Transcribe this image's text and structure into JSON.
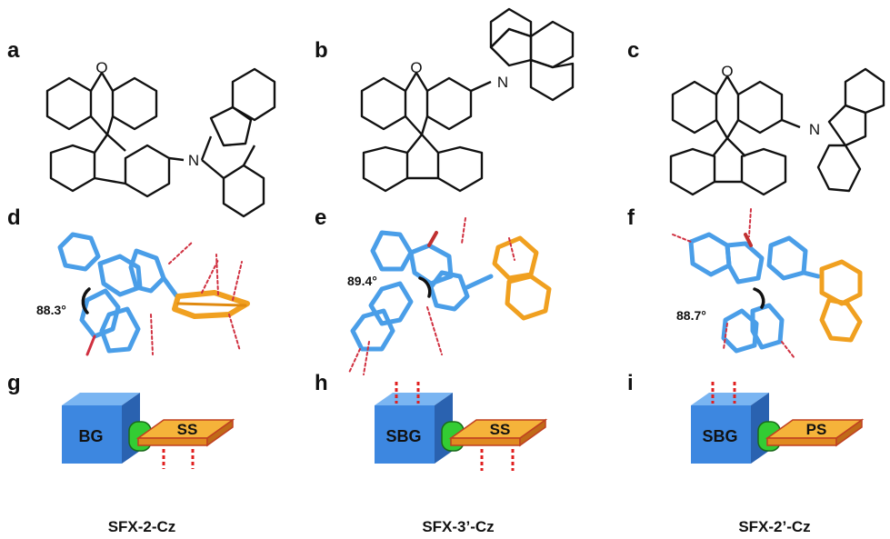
{
  "panels": [
    {
      "label": "a"
    },
    {
      "label": "b"
    },
    {
      "label": "c"
    },
    {
      "label": "d"
    },
    {
      "label": "e"
    },
    {
      "label": "f"
    },
    {
      "label": "g"
    },
    {
      "label": "h"
    },
    {
      "label": "i"
    }
  ],
  "atoms": {
    "oxygen": "O",
    "nitrogen": "N"
  },
  "angles": [
    "88.3°",
    "89.4°",
    "88.7°"
  ],
  "blocks": [
    {
      "cube": "BG",
      "plate": "SS"
    },
    {
      "cube": "SBG",
      "plate": "SS"
    },
    {
      "cube": "SBG",
      "plate": "PS"
    }
  ],
  "compounds": [
    "SFX-2-Cz",
    "SFX-3’-Cz",
    "SFX-2’-Cz"
  ],
  "colors": {
    "bond": "#111111",
    "ligand_blue": "#4a9ee8",
    "carbazole_orange": "#f0a020",
    "hydrogen_bond": "#d03040",
    "cube_front": "#3d87e0",
    "cube_top": "#7ab5f2",
    "cube_side": "#2a62b0",
    "cylinder": "#33cc33",
    "plate": "#f5b33a",
    "plate_edge": "#c04020",
    "dashes": "#e02020"
  }
}
